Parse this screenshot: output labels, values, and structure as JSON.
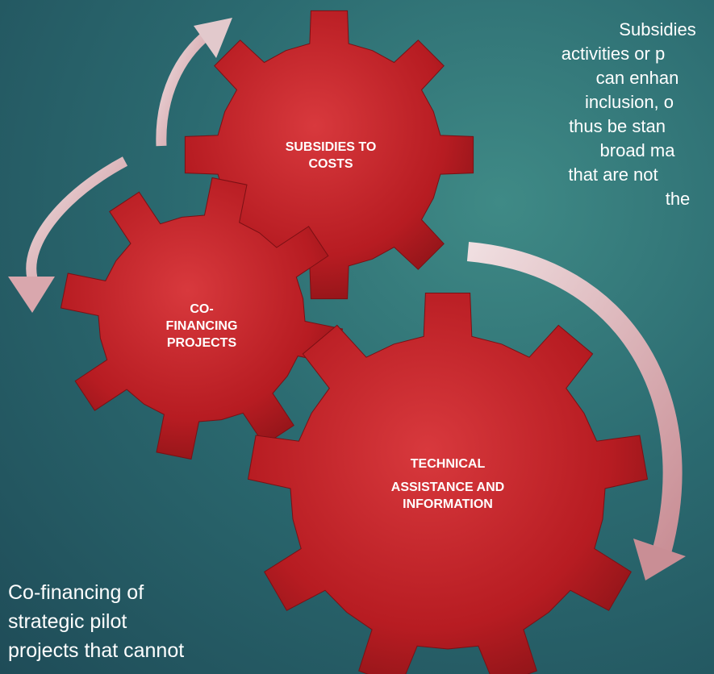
{
  "gears": {
    "subsidies": {
      "line1": "SUBSIDIES TO",
      "line2": "COSTS"
    },
    "cofinancing": {
      "line1": "CO-",
      "line2": "FINANCING",
      "line3": "PROJECTS"
    },
    "technical": {
      "line1": "TECHNICAL",
      "line2": "ASSISTANCE AND",
      "line3": "INFORMATION"
    }
  },
  "text_right": {
    "lines": [
      "Subsidies",
      "activities or p",
      "can enhan",
      "inclusion, o",
      "thus be stan",
      "broad ma",
      "that are not",
      "the"
    ]
  },
  "text_left": {
    "lines": [
      "Co-financing of",
      "strategic pilot",
      "projects that cannot"
    ]
  },
  "colors": {
    "gear_fill": "#b71c22",
    "gear_highlight": "#d8393d",
    "arrow": "#e2b9bd",
    "background": "#2b6a70"
  },
  "icons": {
    "cycle_arrows": "curved-arrow-icon"
  }
}
